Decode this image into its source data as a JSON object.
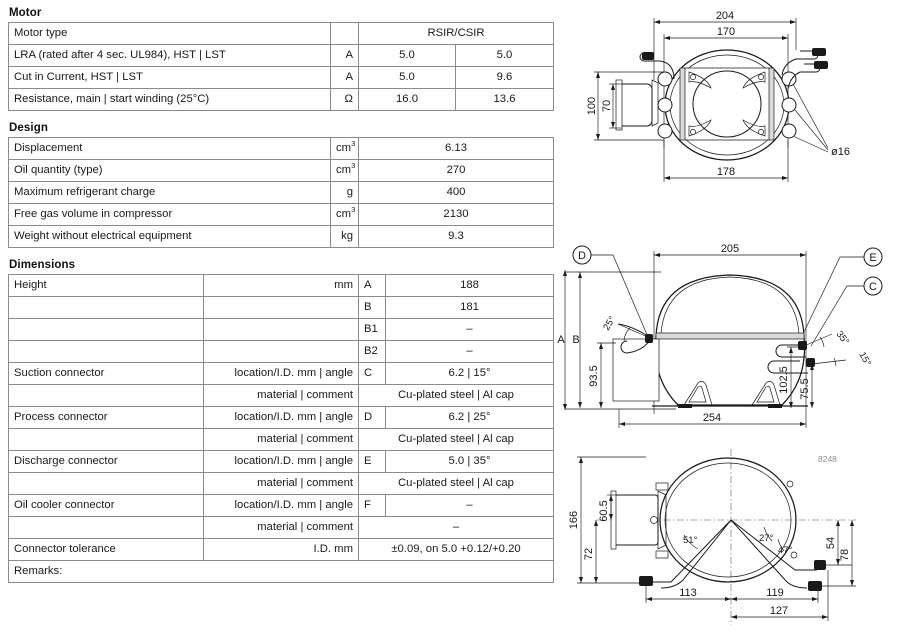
{
  "sections": {
    "motor": {
      "heading": "Motor",
      "rows": [
        {
          "label": "Motor type",
          "unit": "",
          "v1": "RSIR/CSIR",
          "span": true
        },
        {
          "label": "LRA (rated after 4 sec. UL984), HST | LST",
          "unit": "A",
          "v1": "5.0",
          "v2": "5.0"
        },
        {
          "label": "Cut in Current, HST | LST",
          "unit": "A",
          "v1": "5.0",
          "v2": "9.6"
        },
        {
          "label": "Resistance, main | start winding (25°C)",
          "unit": "Ω",
          "v1": "16.0",
          "v2": "13.6"
        }
      ]
    },
    "design": {
      "heading": "Design",
      "rows": [
        {
          "label": "Displacement",
          "unit": "cm",
          "unit_sup": "3",
          "value": "6.13"
        },
        {
          "label": "Oil quantity (type)",
          "unit": "cm",
          "unit_sup": "3",
          "value": "270"
        },
        {
          "label": "Maximum refrigerant charge",
          "unit": "g",
          "unit_sup": "",
          "value": "400"
        },
        {
          "label": "Free gas volume in compressor",
          "unit": "cm",
          "unit_sup": "3",
          "value": "2130"
        },
        {
          "label": "Weight without electrical equipment",
          "unit": "kg",
          "unit_sup": "",
          "value": "9.3"
        }
      ]
    },
    "dimensions": {
      "heading": "Dimensions",
      "rows": [
        {
          "label": "Height",
          "unit": "mm",
          "letter": "A",
          "value": "188"
        },
        {
          "label": "",
          "unit": "",
          "letter": "B",
          "value": "181"
        },
        {
          "label": "",
          "unit": "",
          "letter": "B1",
          "value": "–"
        },
        {
          "label": "",
          "unit": "",
          "letter": "B2",
          "value": "–"
        },
        {
          "label": "Suction connector",
          "unit": "location/I.D. mm | angle",
          "letter": "C",
          "value": "6.2 | 15°"
        },
        {
          "label": "",
          "unit": "material | comment",
          "letter": "",
          "value": "Cu-plated steel | Al cap",
          "wide": true
        },
        {
          "label": "Process connector",
          "unit": "location/I.D. mm | angle",
          "letter": "D",
          "value": "6.2 | 25°"
        },
        {
          "label": "",
          "unit": "material | comment",
          "letter": "",
          "value": "Cu-plated steel | Al cap",
          "wide": true
        },
        {
          "label": "Discharge connector",
          "unit": "location/I.D. mm | angle",
          "letter": "E",
          "value": "5.0 | 35°"
        },
        {
          "label": "",
          "unit": "material | comment",
          "letter": "",
          "value": "Cu-plated steel | Al cap",
          "wide": true
        },
        {
          "label": "Oil cooler connector",
          "unit": "location/I.D. mm | angle",
          "letter": "F",
          "value": "–"
        },
        {
          "label": "",
          "unit": "material | comment",
          "letter": "",
          "value": "–",
          "wide": true
        },
        {
          "label": "Connector tolerance",
          "unit": "I.D. mm",
          "letter": "",
          "value": "±0.09, on 5.0 +0.12/+0.20",
          "wide": true
        }
      ],
      "remarks_label": "Remarks:"
    }
  },
  "drawings": {
    "top_view": {
      "name": "top-view",
      "dims": [
        "204",
        "170",
        "100",
        "70",
        "178"
      ],
      "diameter": "ø16"
    },
    "side_view": {
      "name": "side-view",
      "callouts": [
        "D",
        "E",
        "C"
      ],
      "dims": [
        "205",
        "254",
        "93.5",
        "102.5",
        "75.5"
      ],
      "height_labels": [
        "A",
        "B"
      ],
      "angles": [
        "25°",
        "35°",
        "15°"
      ]
    },
    "bottom_view": {
      "name": "bottom-view",
      "dims": [
        "166",
        "60.5",
        "72",
        "54",
        "78",
        "113",
        "119",
        "127"
      ],
      "angles": [
        "51°",
        "27°",
        "47°"
      ],
      "drawing_number": "8248"
    }
  }
}
